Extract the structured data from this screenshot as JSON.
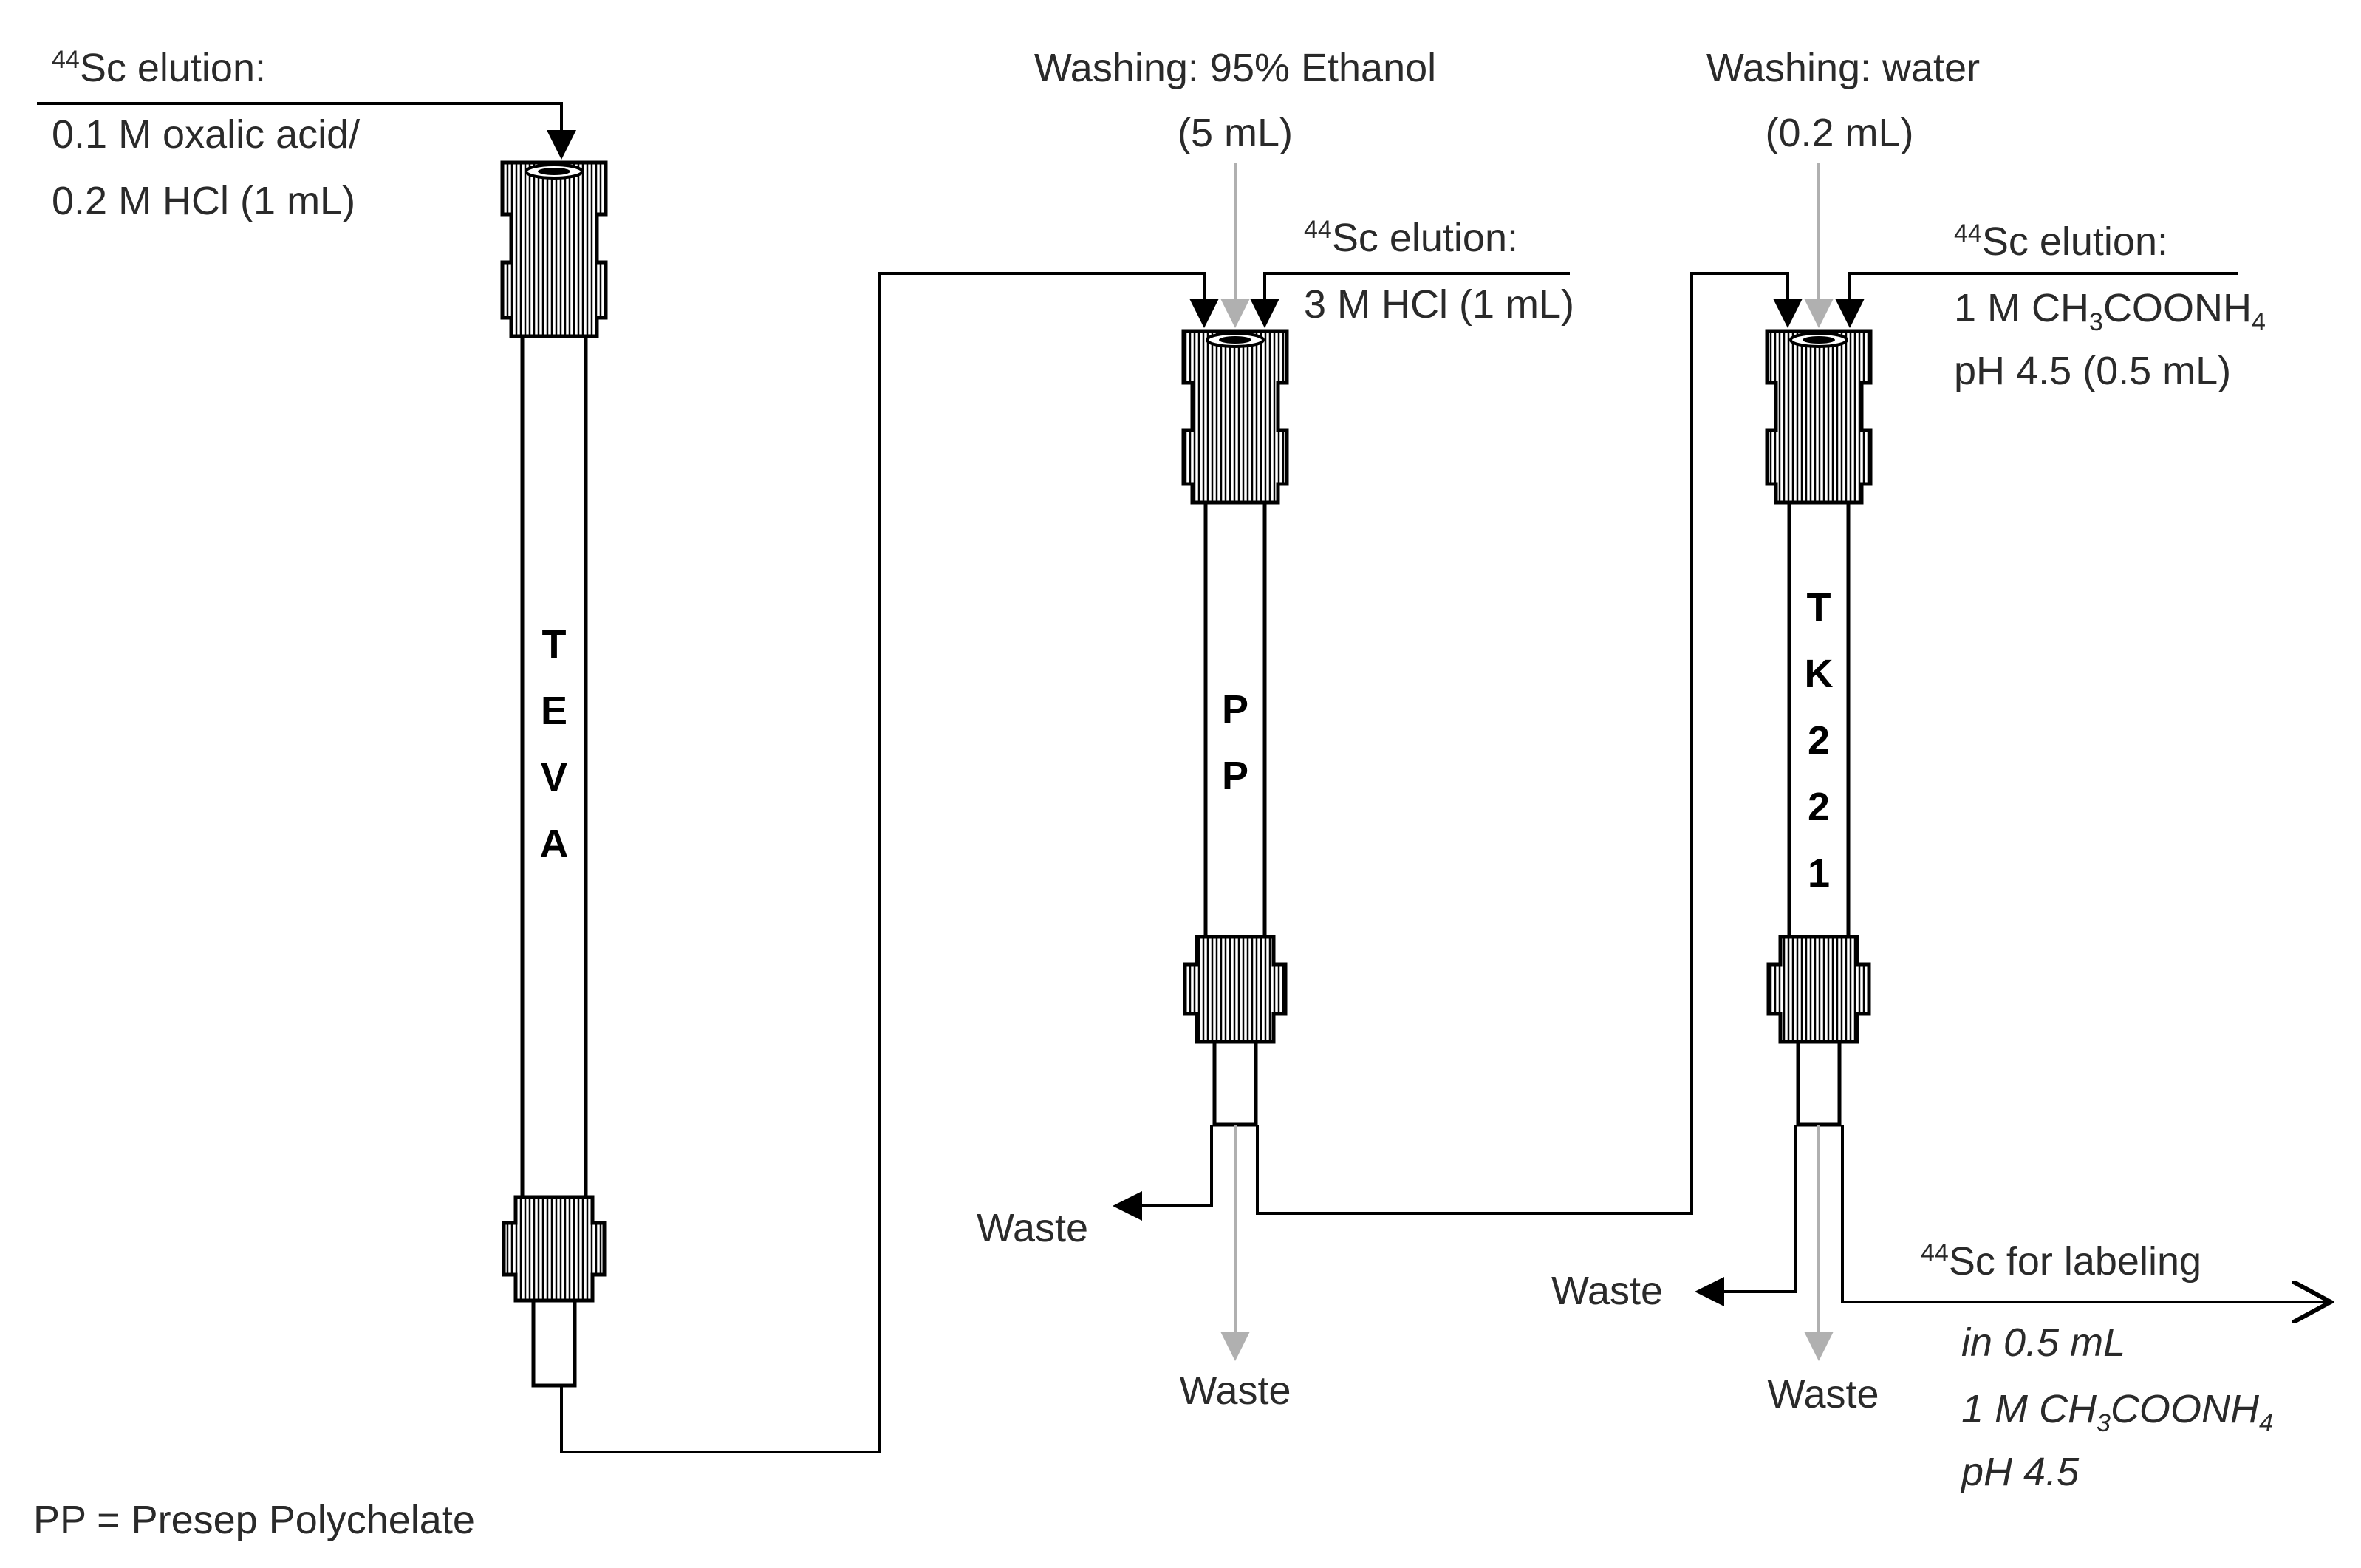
{
  "labels": {
    "teva_elution_title": "Sc elution:",
    "teva_elution_sup": "44",
    "teva_elution_line1": "0.1 M oxalic acid/",
    "teva_elution_line2": "0.2 M HCl (1 mL)",
    "pp_wash_line1": "Washing: 95% Ethanol",
    "pp_wash_line2": "(5 mL)",
    "pp_elution_sup": "44",
    "pp_elution_title": "Sc elution:",
    "pp_elution_line2": "3 M HCl (1 mL)",
    "tk_wash_line1": "Washing: water",
    "tk_wash_line2": "(0.2 mL)",
    "tk_elution_sup": "44",
    "tk_elution_title": "Sc elution:",
    "tk_elution_line2_a": "1 M CH",
    "tk_elution_line2_sub1": "3",
    "tk_elution_line2_b": "COONH",
    "tk_elution_line2_sub2": "4",
    "tk_elution_line3": "pH 4.5 (0.5 mL)",
    "waste_pp_side": "Waste",
    "waste_pp_bottom": "Waste",
    "waste_tk_side": "Waste",
    "waste_tk_bottom": "Waste",
    "output_sup": "44",
    "output_title": "Sc for labeling",
    "output_line2": "in 0.5 mL",
    "output_line3_a": "1 M CH",
    "output_line3_sub1": "3",
    "output_line3_b": "COONH",
    "output_line3_sub2": "4",
    "output_line4": "pH 4.5",
    "footnote": "PP = Presep Polychelate"
  },
  "columns": {
    "teva": [
      "T",
      "E",
      "V",
      "A"
    ],
    "pp": [
      "P",
      "P"
    ],
    "tk221": [
      "T",
      "K",
      "2",
      "2",
      "1"
    ]
  }
}
